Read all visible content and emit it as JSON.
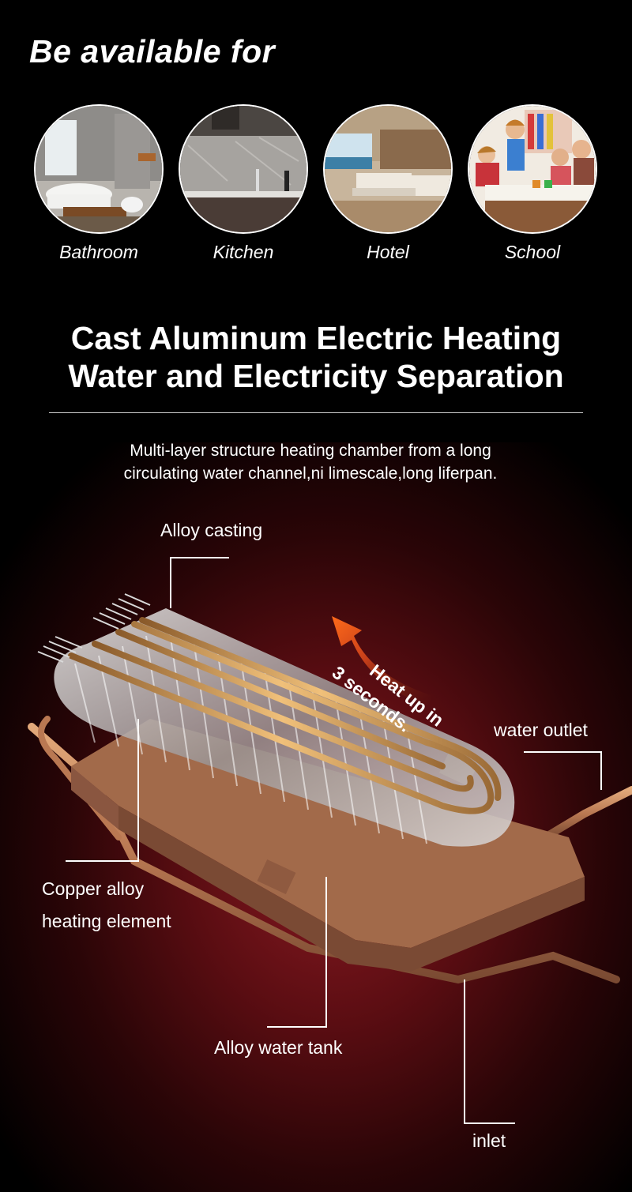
{
  "header": {
    "title": "Be available for"
  },
  "scenes": [
    {
      "label": "Bathroom",
      "icon": "bathroom-photo"
    },
    {
      "label": "Kitchen",
      "icon": "kitchen-photo"
    },
    {
      "label": "Hotel",
      "icon": "hotel-photo"
    },
    {
      "label": "School",
      "icon": "school-photo"
    }
  ],
  "feature": {
    "title_line1": "Cast Aluminum Electric Heating",
    "title_line2": "Water and Electricity Separation",
    "desc_line1": "Multi-layer structure heating chamber from a long",
    "desc_line2": "circulating water channel,ni limescale,long liferpan."
  },
  "diagram": {
    "alloy_casting": "Alloy casting",
    "heat_line1": "Heat up in",
    "heat_line2": "3 seconds.",
    "water_outlet": "water outlet",
    "copper_line1": "Copper alloy",
    "copper_line2": "heating element",
    "water_tank": "Alloy water tank",
    "inlet": "inlet"
  },
  "colors": {
    "background": "#000000",
    "glow": "#8a1a22",
    "copper": "#c98a5a",
    "arrow": "#d84a1a"
  }
}
